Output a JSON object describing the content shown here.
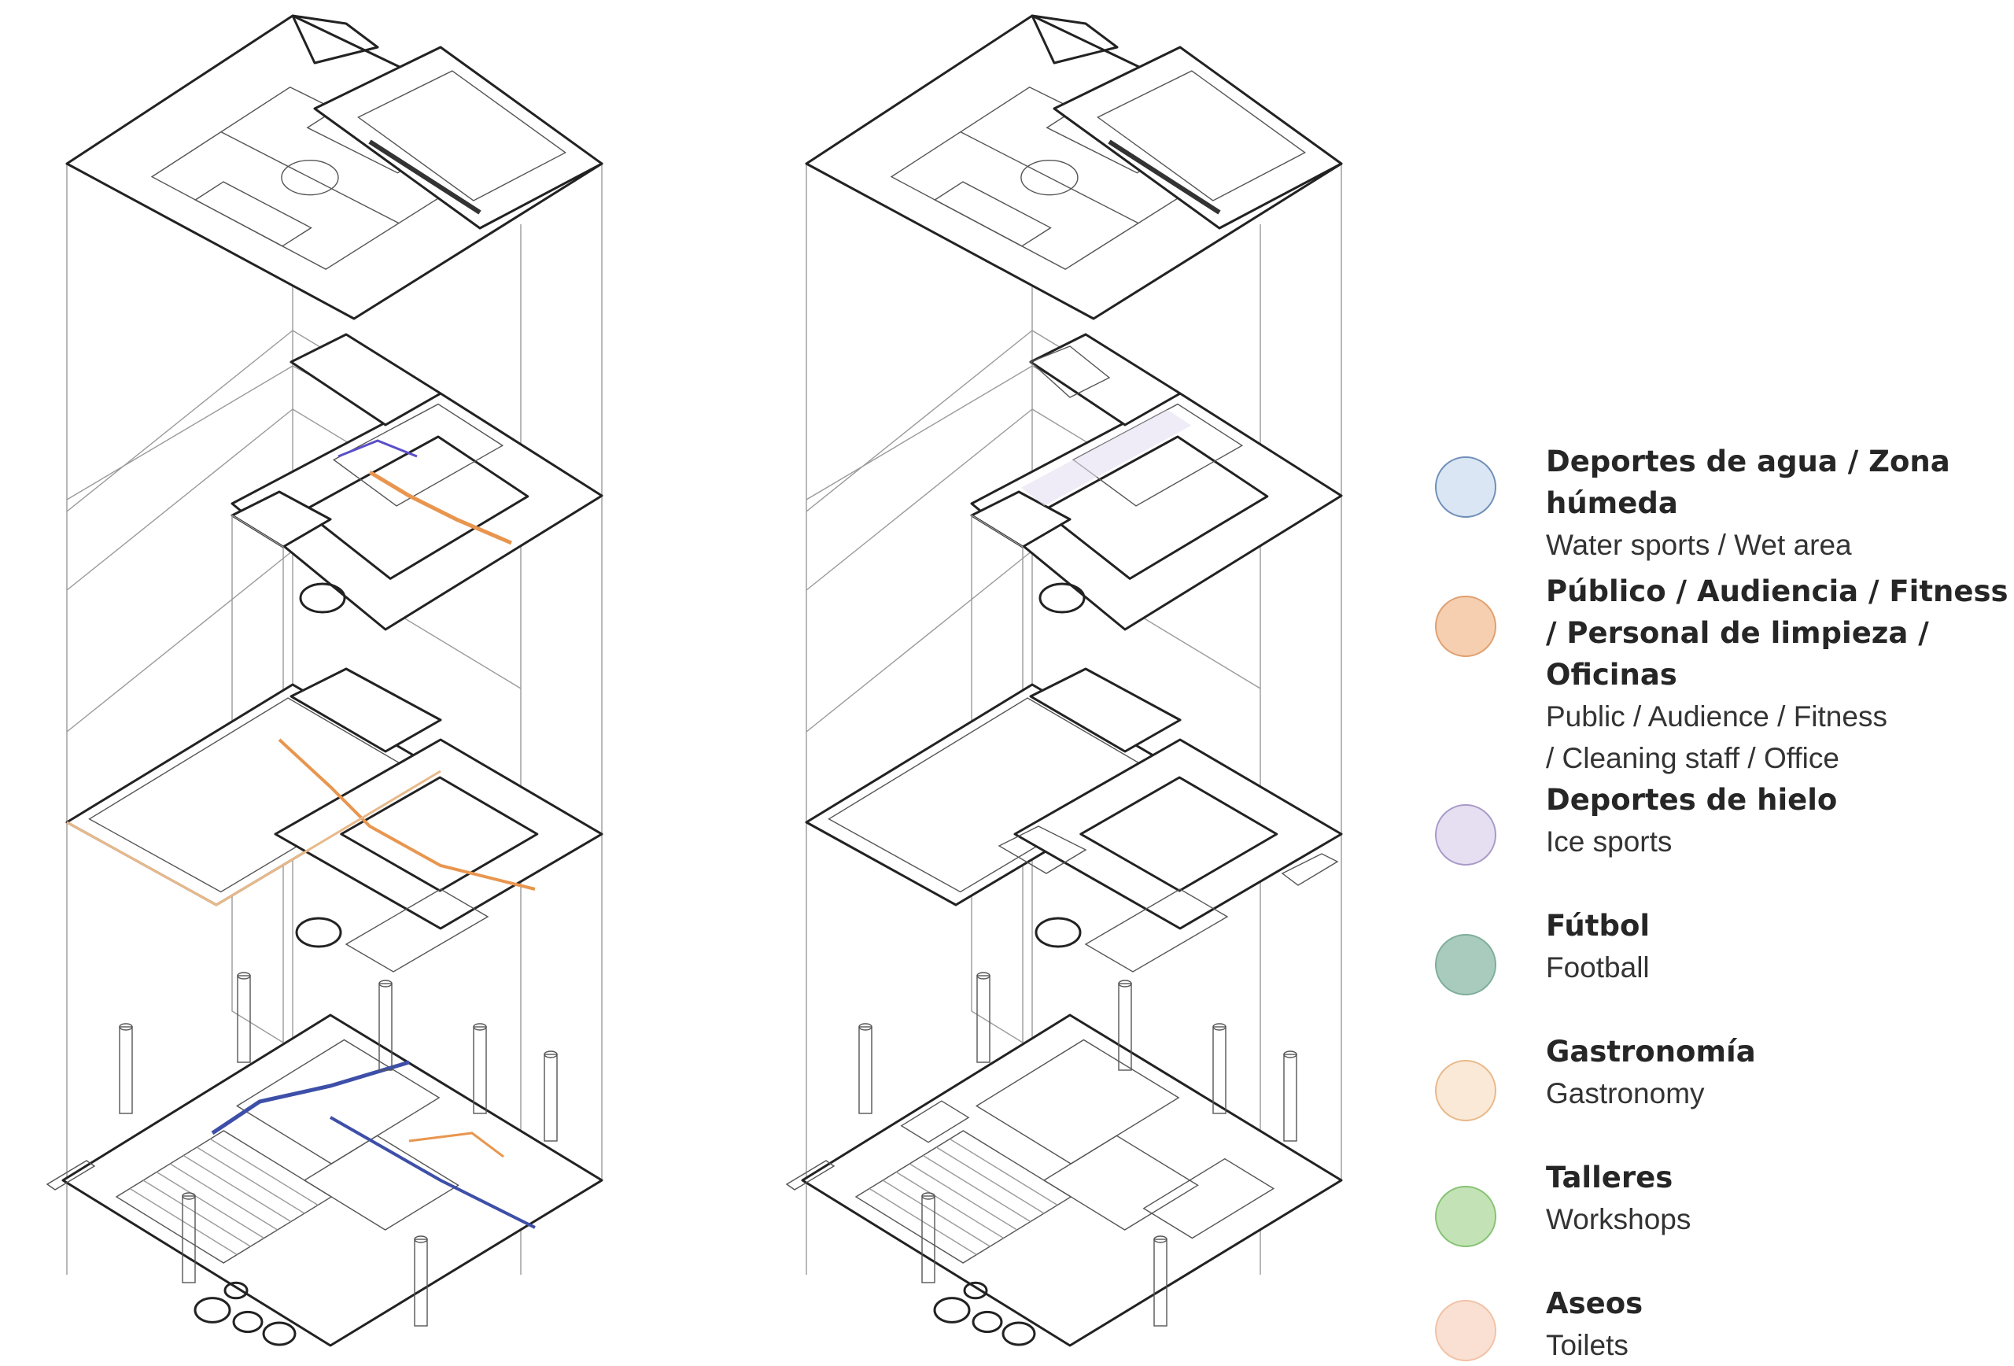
{
  "legend": {
    "items": [
      {
        "es": "Deportes de agua / Zona húmeda",
        "en": "Water sports / Wet area",
        "fill": "#dbe6f4",
        "stroke": "#6f8fb8"
      },
      {
        "es": "Público / Audiencia / Fitness\n/ Personal de limpieza / Oficinas",
        "en": "Public / Audience / Fitness\n/ Cleaning staff / Office",
        "fill": "#f5cfb0",
        "stroke": "#e0a070"
      },
      {
        "es": "Deportes de hielo",
        "en": "Ice sports",
        "fill": "#e6dff1",
        "stroke": "#a89ac8"
      },
      {
        "es": "Fútbol",
        "en": "Football",
        "fill": "#a9cbbd",
        "stroke": "#7fae9b"
      },
      {
        "es": "Gastronomía",
        "en": "Gastronomy",
        "fill": "#fbe9d7",
        "stroke": "#e8b98a"
      },
      {
        "es": "Talleres",
        "en": "Workshops",
        "fill": "#c3e3b6",
        "stroke": "#86c274"
      },
      {
        "es": "Aseos",
        "en": "Toilets",
        "fill": "#f9e0d2",
        "stroke": "#f1c2a6"
      }
    ]
  },
  "drawings": [
    {
      "name": "axonometric-line-drawing",
      "colored_zones": false
    },
    {
      "name": "axonometric-zoning-drawing",
      "colored_zones": true
    }
  ]
}
